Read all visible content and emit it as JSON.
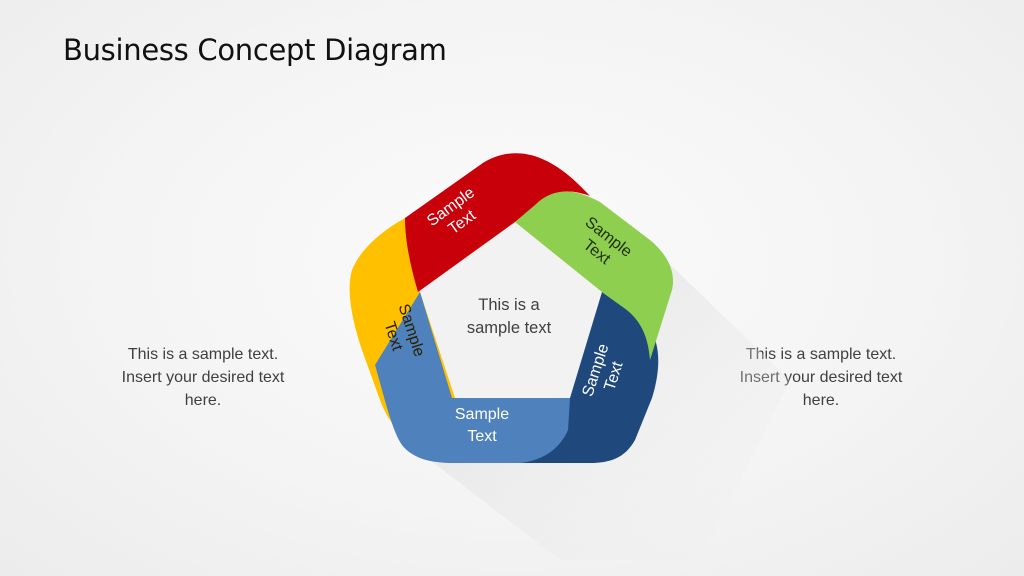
{
  "slide": {
    "title": "Business Concept Diagram",
    "background_color": "#f4f4f4"
  },
  "left_note": {
    "line1": "This is a sample text.",
    "line2": "Insert your desired text",
    "line3": "here."
  },
  "right_note": {
    "line1": "This is a sample text.",
    "line2": "Insert your desired text",
    "line3": "here."
  },
  "diagram": {
    "center": {
      "line1": "This is a",
      "line2": "sample text"
    },
    "segments": [
      {
        "id": "red",
        "color": "#c8000a",
        "line1": "Sample",
        "line2": "Text",
        "text_color": "#ffffff"
      },
      {
        "id": "green",
        "color": "#8fcf4f",
        "line1": "Sample",
        "line2": "Text",
        "text_color": "#1f2d10"
      },
      {
        "id": "dark-blue",
        "color": "#1f497d",
        "line1": "Sample",
        "line2": "Text",
        "text_color": "#ffffff"
      },
      {
        "id": "light-blue",
        "color": "#4f81bd",
        "line1": "Sample",
        "line2": "Text",
        "text_color": "#ffffff"
      },
      {
        "id": "yellow",
        "color": "#ffc000",
        "line1": "Sample",
        "line2": "Text",
        "text_color": "#2a2000"
      }
    ]
  }
}
